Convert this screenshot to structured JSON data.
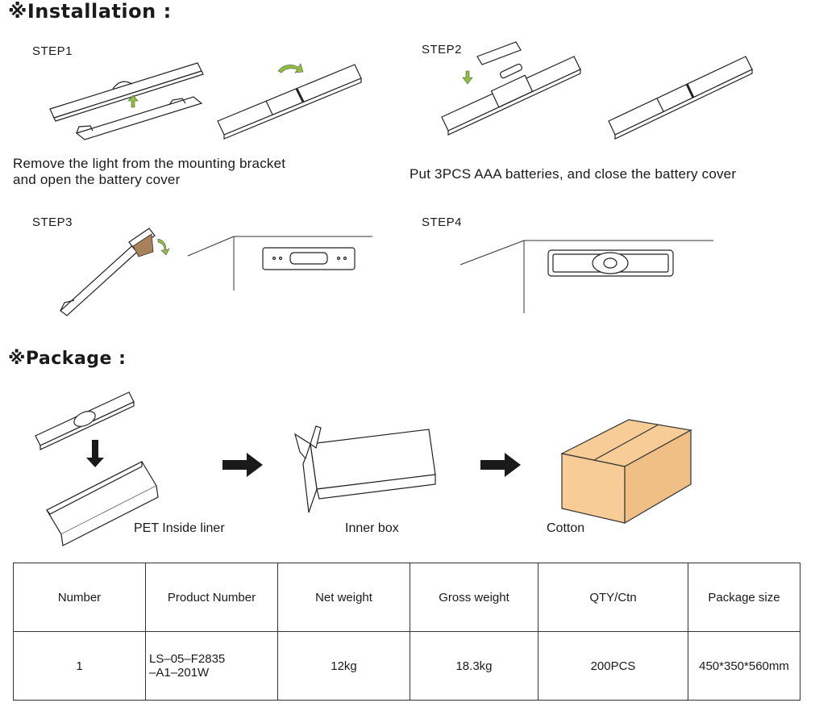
{
  "installation": {
    "heading": "※Installation :",
    "steps": [
      {
        "label": "STEP1",
        "caption_line1": "Remove the light from the mounting bracket",
        "caption_line2": "and open the battery cover"
      },
      {
        "label": "STEP2",
        "caption_line1": "Put 3PCS AAA batteries, and close the battery cover"
      },
      {
        "label": "STEP3"
      },
      {
        "label": "STEP4"
      }
    ]
  },
  "package": {
    "heading": "※Package :",
    "items": [
      "PET Inside liner",
      "Inner box",
      "Cotton"
    ],
    "carton_color": "#f7cc96"
  },
  "spec_table": {
    "headers": [
      "Number",
      "Product Number",
      "Net weight",
      "Gross weight",
      "QTY/Ctn",
      "Package size"
    ],
    "rows": [
      {
        "number": "1",
        "product_number_line1": "LS–05–F2835",
        "product_number_line2": "–A1–201W",
        "net_weight": "12kg",
        "gross_weight": "18.3kg",
        "qty": "200PCS",
        "package_size": "450*350*560mm"
      }
    ]
  }
}
